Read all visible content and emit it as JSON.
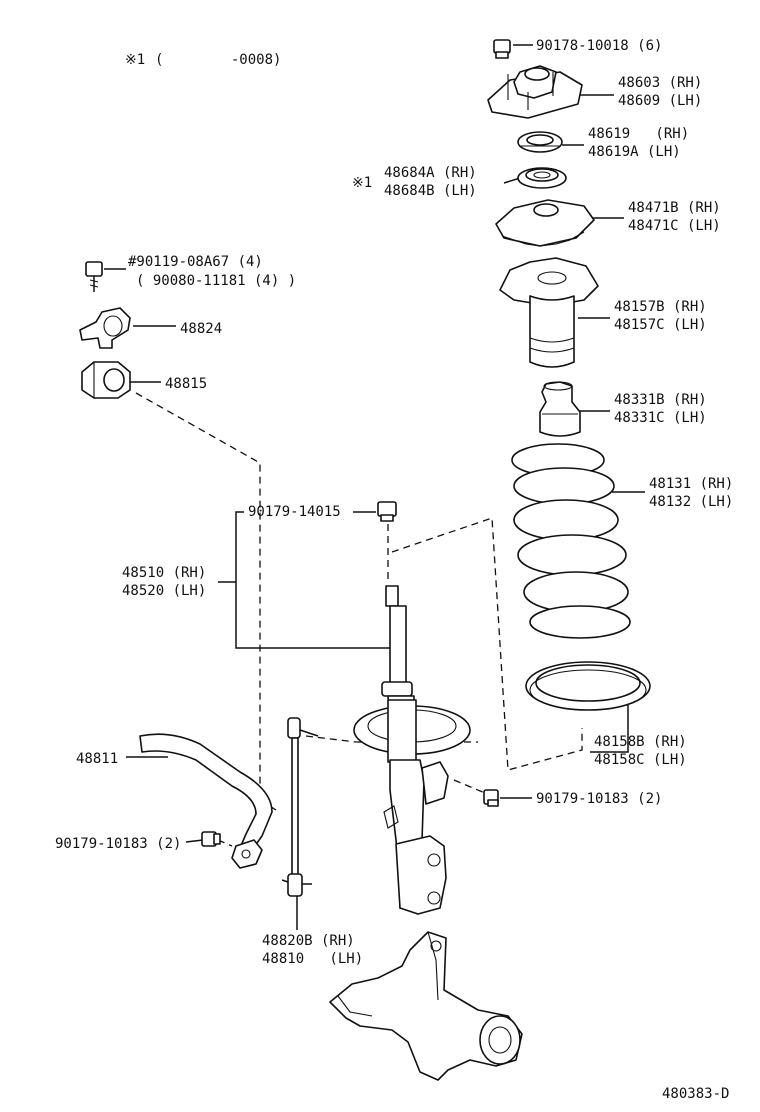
{
  "note": {
    "mark": "※1",
    "range": "(        -0008)"
  },
  "labels": [
    {
      "id": "nut-top",
      "lines": [
        "90178-10018 (6)"
      ]
    },
    {
      "id": "support",
      "lines": [
        "48603 (RH)",
        "48609 (LH)"
      ]
    },
    {
      "id": "bearing",
      "lines": [
        "48619   (RH)",
        "48619A (LH)"
      ]
    },
    {
      "id": "insulator-note",
      "lines": [
        "※1"
      ]
    },
    {
      "id": "insulator",
      "lines": [
        "48684A (RH)",
        "48684B (LH)"
      ]
    },
    {
      "id": "upper-seat",
      "lines": [
        "48471B (RH)",
        "48471C (LH)"
      ]
    },
    {
      "id": "boot",
      "lines": [
        "48157B (RH)",
        "48157C (LH)"
      ]
    },
    {
      "id": "bumper",
      "lines": [
        "48331B (RH)",
        "48331C (LH)"
      ]
    },
    {
      "id": "spring",
      "lines": [
        "48131 (RH)",
        "48132 (LH)"
      ]
    },
    {
      "id": "bracket-bolt",
      "lines": [
        "#90119-08A67 (4)",
        "( 90080-11181 (4) )"
      ]
    },
    {
      "id": "bracket",
      "lines": [
        "48824"
      ]
    },
    {
      "id": "bushing",
      "lines": [
        "48815"
      ]
    },
    {
      "id": "strut-nut",
      "lines": [
        "90179-14015"
      ]
    },
    {
      "id": "strut",
      "lines": [
        "48510 (RH)",
        "48520 (LH)"
      ]
    },
    {
      "id": "lower-insulator",
      "lines": [
        "48158B (RH)",
        "48158C (LH)"
      ]
    },
    {
      "id": "stabilizer-bar",
      "lines": [
        "48811"
      ]
    },
    {
      "id": "link-nut-right",
      "lines": [
        "90179-10183 (2)"
      ]
    },
    {
      "id": "link-nut-left",
      "lines": [
        "90179-10183 (2)"
      ]
    },
    {
      "id": "link",
      "lines": [
        "48820B (RH)",
        "48810   (LH)"
      ]
    },
    {
      "id": "diagram-number",
      "lines": [
        "480383-D"
      ]
    }
  ]
}
